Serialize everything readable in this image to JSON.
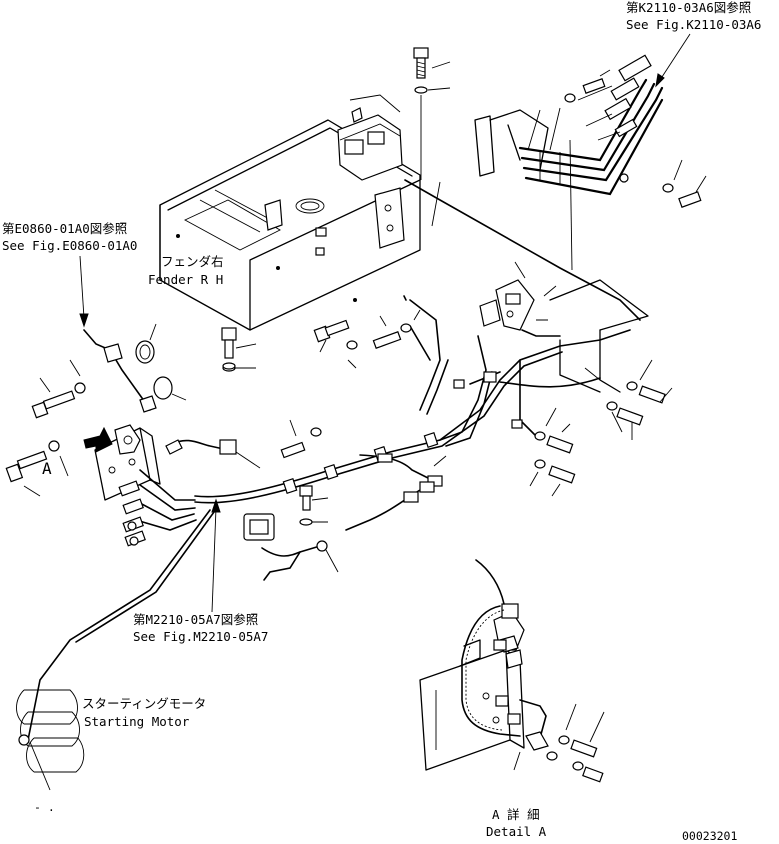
{
  "callouts": {
    "k2110_jp": "第K2110-03A6図参照",
    "k2110_en": "See Fig.K2110-03A6",
    "e0860_jp": "第E0860-01A0図参照",
    "e0860_en": "See Fig.E0860-01A0",
    "m2210_jp": "第M2210-05A7図参照",
    "m2210_en": "See Fig.M2210-05A7"
  },
  "labels": {
    "fender_jp": "フェンダ右",
    "fender_en": "Fender R H",
    "starter_jp": "スターティングモータ",
    "starter_en": "Starting Motor",
    "view_a": "A",
    "detail_jp": "A 詳 細",
    "detail_en": "Detail A",
    "bottom_dash": "- ."
  },
  "drawing_number": "00023201"
}
